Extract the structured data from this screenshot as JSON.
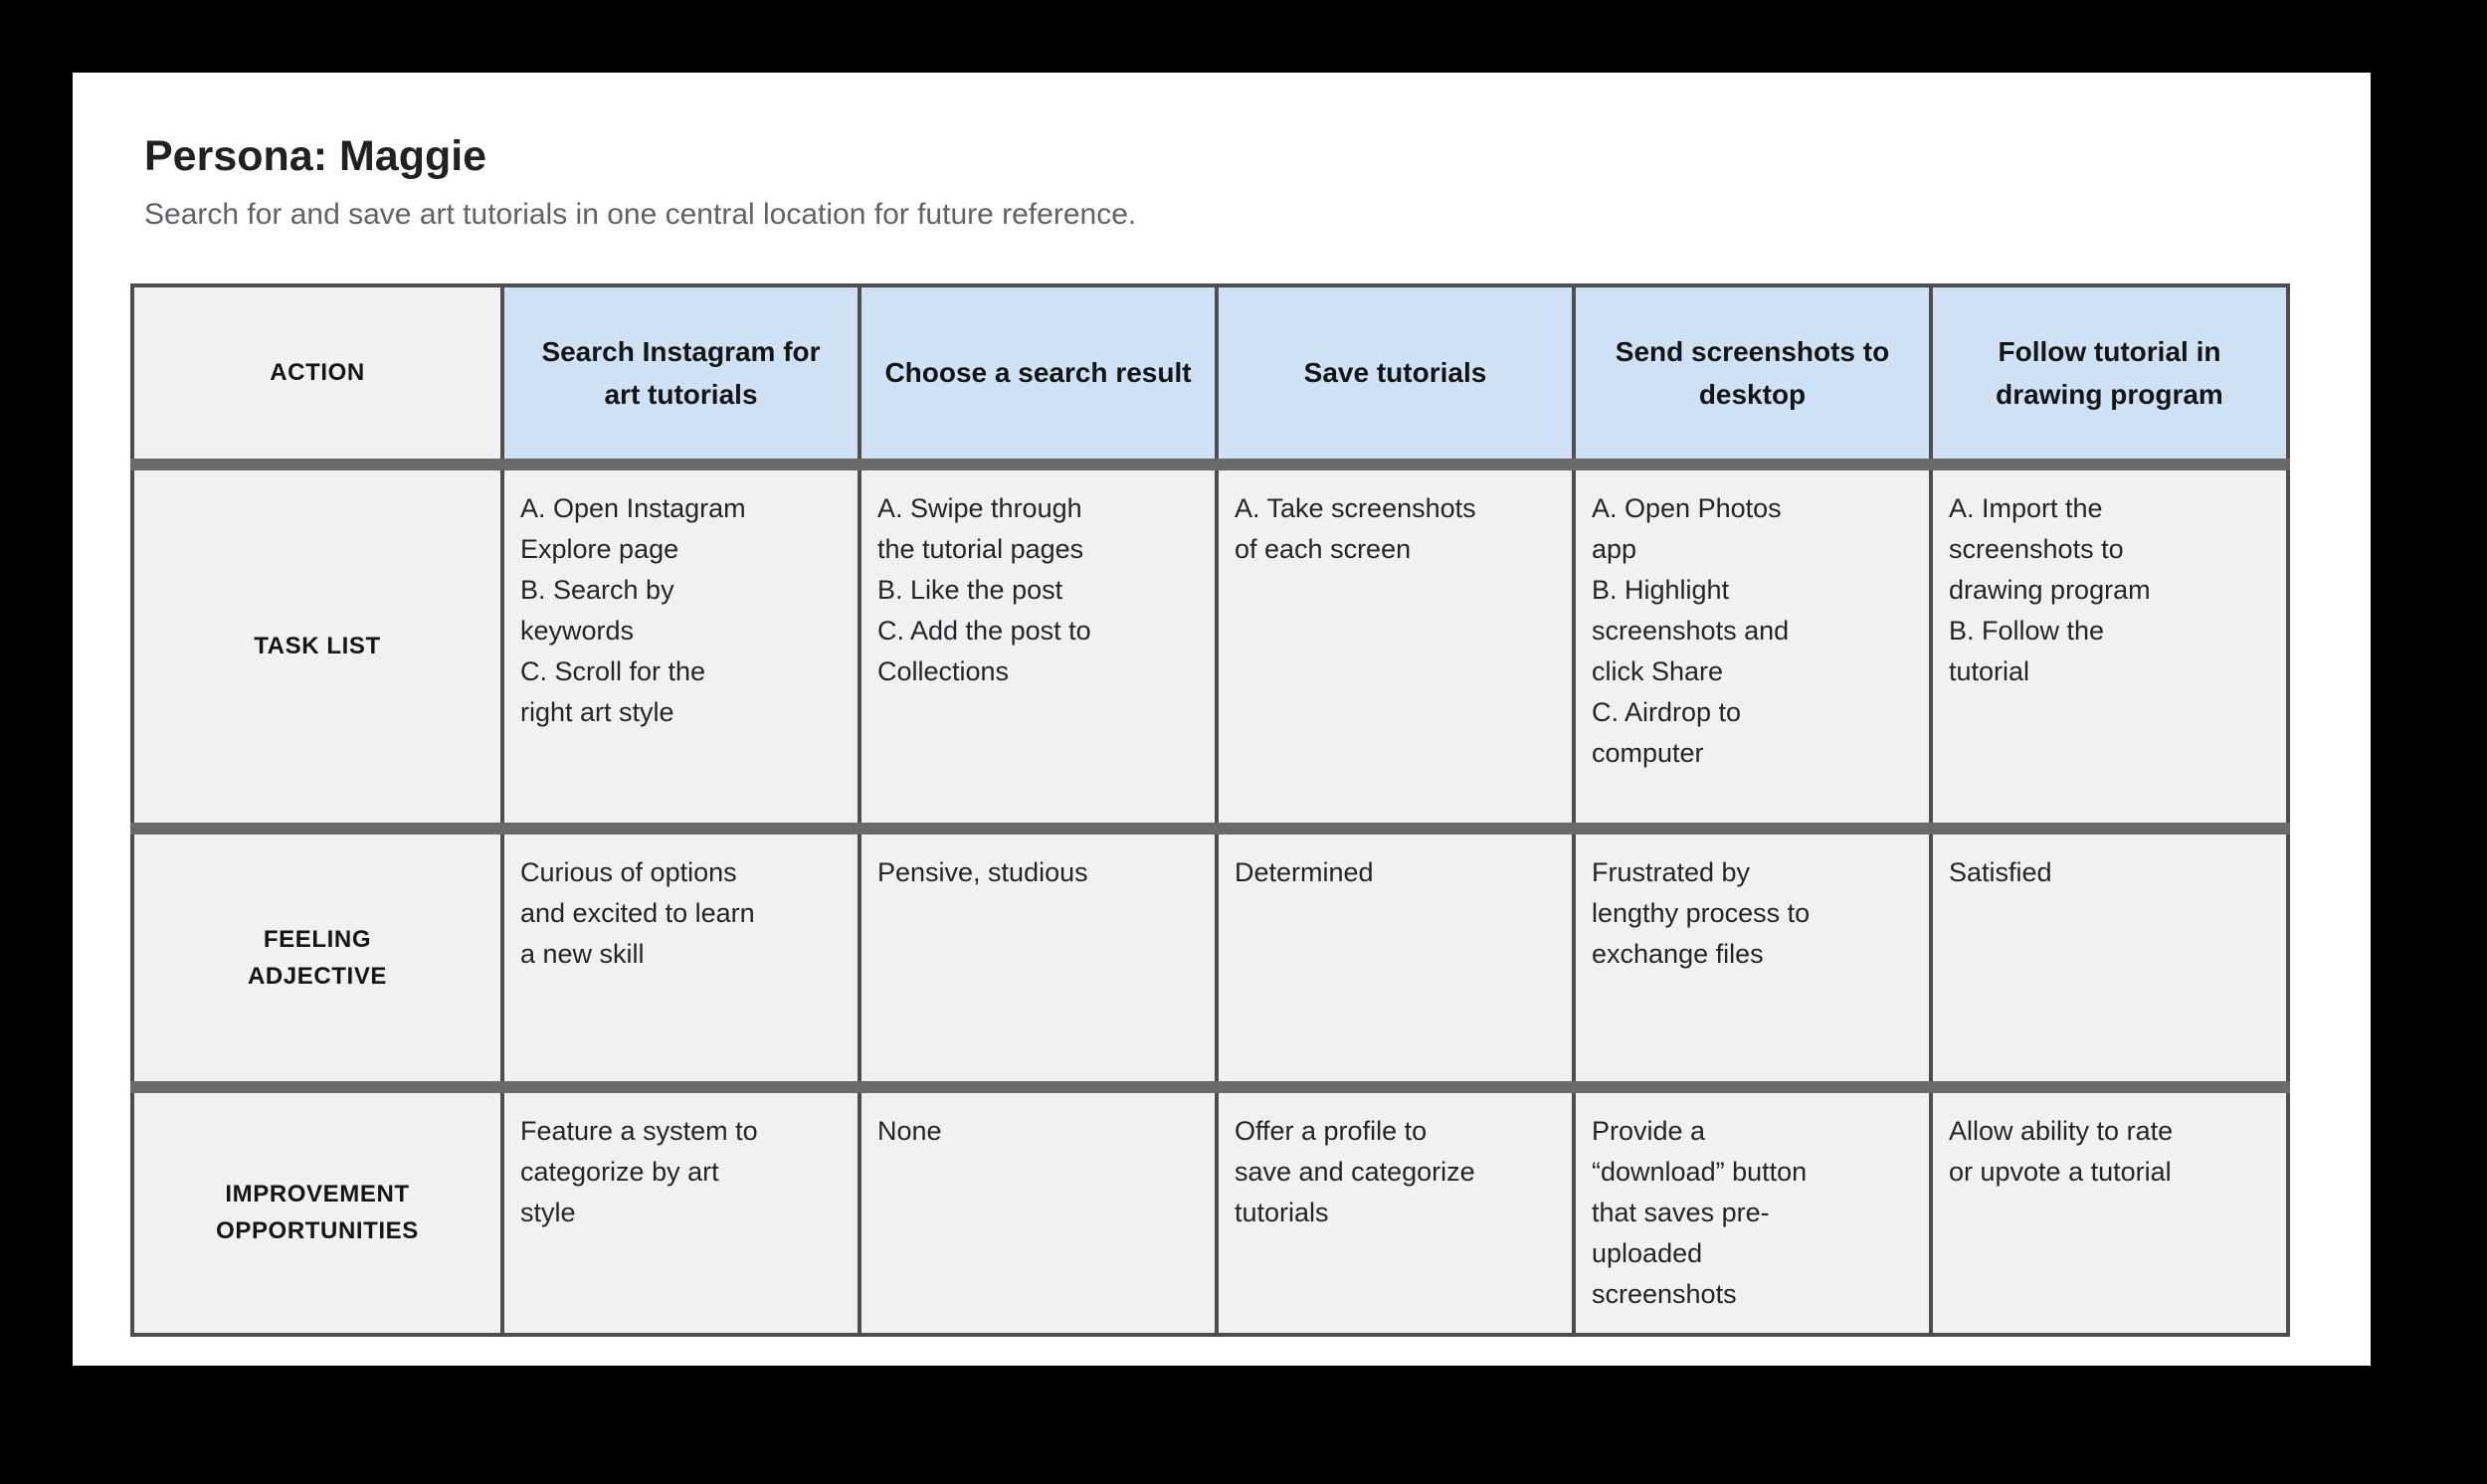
{
  "page": {
    "title": "Persona: Maggie",
    "subtitle": "Search for and save art tutorials in one central location for future reference."
  },
  "table": {
    "corner_label": "ACTION",
    "row_labels": [
      "TASK LIST",
      "FEELING ADJECTIVE",
      "IMPROVEMENT OPPORTUNITIES"
    ],
    "columns": [
      {
        "action": "Search Instagram for art tutorials",
        "tasks": [
          "A. Open Instagram Explore page",
          "B. Search by keywords",
          "C. Scroll for the right art style"
        ],
        "feeling": "Curious of options and excited to learn a new skill",
        "improvement": "Feature a system to categorize by art style"
      },
      {
        "action": "Choose a search result",
        "tasks": [
          "A. Swipe through the tutorial pages",
          "B. Like the post",
          "C. Add the post to Collections"
        ],
        "feeling": "Pensive, studious",
        "improvement": "None"
      },
      {
        "action": "Save tutorials",
        "tasks": [
          "A. Take screenshots of each screen"
        ],
        "feeling": "Determined",
        "improvement": "Offer a profile to save and categorize tutorials"
      },
      {
        "action": "Send screenshots to desktop",
        "tasks": [
          "A. Open Photos app",
          "B. Highlight screenshots and click Share",
          "C. Airdrop to computer"
        ],
        "feeling": "Frustrated by lengthy process to exchange files",
        "improvement": "Provide a “download” button that saves pre-uploaded screenshots"
      },
      {
        "action": "Follow tutorial in drawing program",
        "tasks": [
          "A. Import the screenshots to drawing program",
          "B. Follow the tutorial"
        ],
        "feeling": "Satisfied",
        "improvement": "Allow ability to rate or upvote a tutorial"
      }
    ]
  },
  "colors": {
    "header-blue": "#cfe2f5",
    "cell-gray": "#f1f1f2",
    "border-thick": "#6a6a6a",
    "border-thin": "#4e4e4e",
    "title-color": "#202124",
    "subtitle-color": "#5f6368",
    "body-text": "#242528",
    "page-bg": "#ffffff",
    "canvas-bg": "#000000"
  }
}
